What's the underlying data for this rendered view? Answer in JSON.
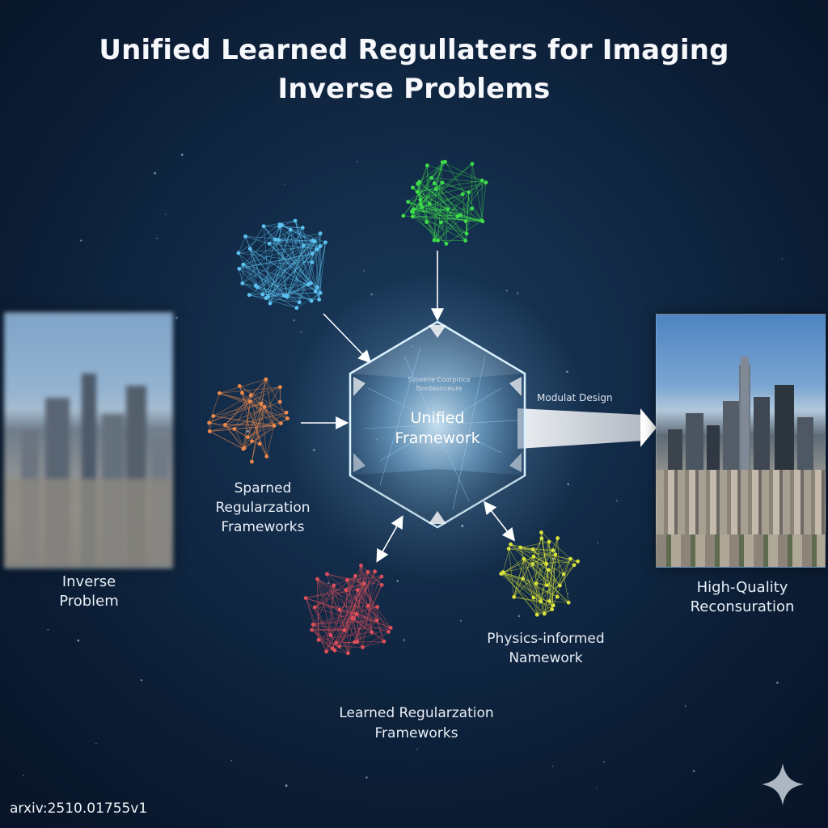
{
  "title": {
    "line1": "Unified Learned Regullaters for Imaging",
    "line2": "Inverse Problems"
  },
  "left_panel": {
    "label_line1": "Inverse",
    "label_line2": "Problem"
  },
  "right_panel": {
    "label_line1": "High-Quality",
    "label_line2": "Reconsuration"
  },
  "center": {
    "label_line1": "Unified",
    "label_line2": "Framework",
    "small_line1": "Syseene Coorproce",
    "small_line2": "Dordaonceure"
  },
  "arrow_label": "Modulat Design",
  "nodes": {
    "sparse": {
      "line1": "Sparned",
      "line2": "Regularzation",
      "line3": "Frameworks",
      "color": "#f08a4b"
    },
    "learned": {
      "line1": "Learned Regularzation",
      "line2": "Frameworks",
      "color": "#e0505a"
    },
    "physics": {
      "line1": "Physics-informed",
      "line2": "Namework",
      "color": "#d9e23a"
    },
    "top_green": {
      "color": "#3fdc4a"
    },
    "top_blue": {
      "color": "#5cc2f0"
    }
  },
  "footer": "arxiv:2510.01755v1",
  "colors": {
    "background": "#0f2540",
    "text": "#f2f6fb"
  }
}
